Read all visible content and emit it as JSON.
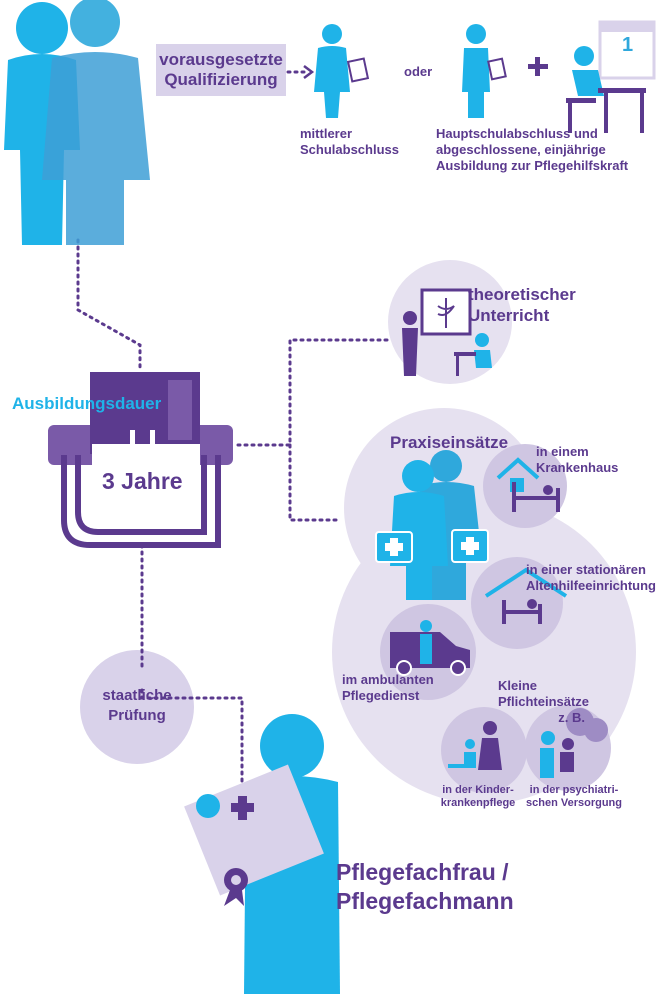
{
  "qualification": {
    "box_label_line1": "vorausgesetzte",
    "box_label_line2": "Qualifizierung",
    "option_a_line1": "mittlerer",
    "option_a_line2": "Schulabschluss",
    "or_label": "oder",
    "plus_label": "+",
    "calendar_number": "1",
    "option_b_line1": "Hauptschulabschluss und",
    "option_b_line2": "abgeschlossene, einjährige",
    "option_b_line3": "Ausbildung zur Pflegehilfskraft"
  },
  "duration": {
    "label": "Ausbildungsdauer",
    "value": "3 Jahre"
  },
  "theory": {
    "line1": "theoretischer",
    "line2": "Unterricht"
  },
  "practice": {
    "title": "Praxiseinsätze",
    "hospital_line1": "in einem",
    "hospital_line2": "Krankenhaus",
    "elderly_line1": "in einer stationären",
    "elderly_line2": "Altenhilfeeinrichtung",
    "ambulant_line1": "im ambulanten",
    "ambulant_line2": "Pflegedienst",
    "small_title_line1": "Kleine",
    "small_title_line2": "Pflichteinsätze",
    "small_title_line3": "z. B.",
    "child_line1": "in der Kinder-",
    "child_line2": "krankenpflege",
    "psych_line1": "in der psychiatri-",
    "psych_line2": "schen Versorgung"
  },
  "exam": {
    "line1": "staatliche",
    "line2": "Prüfung"
  },
  "result": {
    "line1": "Pflegefachfrau /",
    "line2": "Pflegefachmann"
  },
  "colors": {
    "blue": "#1fb3e8",
    "purple": "#5b3a8e",
    "lavender": "#d9d2ea"
  }
}
